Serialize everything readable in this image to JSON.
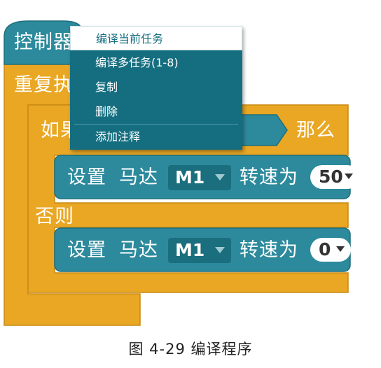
{
  "blocks": {
    "controller_label": "控制器",
    "repeat_label": "重复执行",
    "if_label": "如果",
    "then_label": "那么",
    "else_label": "否则",
    "set_label": "设置",
    "motor_label": "马达",
    "speed_label": "转速为",
    "motor1_value": "M1",
    "speed1_value": "50",
    "motor2_value": "M1",
    "speed2_value": "0"
  },
  "context_menu": {
    "items": [
      {
        "label": "编译当前任务"
      },
      {
        "label": "编译多任务(1-8)"
      },
      {
        "label": "复制"
      },
      {
        "label": "删除"
      },
      {
        "label": "添加注释"
      }
    ]
  },
  "caption": "图 4-29  编译程序",
  "colors": {
    "control_teal": "#2c8a9c",
    "loop_gold": "#e9a724",
    "menu_bg": "#156e80"
  }
}
